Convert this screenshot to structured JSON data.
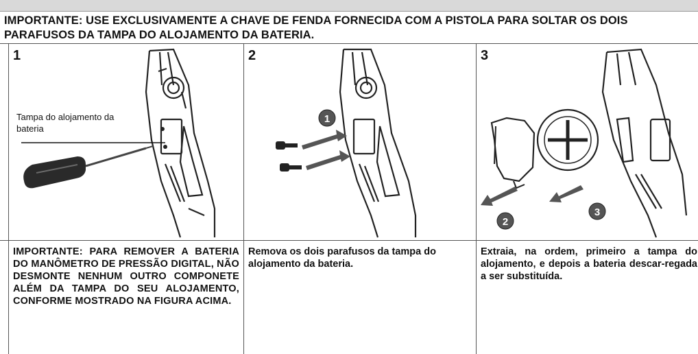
{
  "notice": "IMPORTANTE: USE EXCLUSIVAMENTE A CHAVE DE FENDA FORNECIDA COM A PISTOLA PARA SOLTAR OS DOIS PARAFUSOS DA TAMPA DO ALOJAMENTO DA BATERIA.",
  "steps": [
    {
      "number": "1",
      "callout": "Tampa do alojamento da bateria",
      "caption": "IMPORTANTE: PARA REMOVER A BATERIA DO MANÔMETRO DE PRESSÃO DIGITAL, NÃO DESMONTE NENHUM OUTRO COMPONETE ALÉM DA TAMPA DO SEU ALOJAMENTO, CONFORME MOSTRADO NA FIGURA ACIMA."
    },
    {
      "number": "2",
      "marker": "1",
      "caption": "Remova os dois parafusos da tampa do alojamento da bateria."
    },
    {
      "number": "3",
      "markers": [
        "2",
        "3"
      ],
      "caption": "Extraia, na ordem, primeiro a tampa do alojamento, e depois a bateria descar-regada a ser substituída."
    }
  ]
}
